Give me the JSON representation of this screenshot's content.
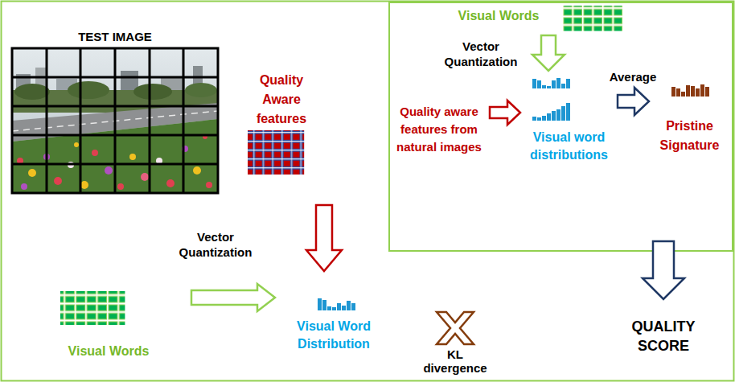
{
  "diagram": {
    "nodes": [
      {
        "text": [
          "TEST IMAGE"
        ]
      },
      {
        "text": [
          "Quality Aware features"
        ]
      },
      {
        "text": [
          "Visual Words"
        ]
      },
      {
        "text": [
          "Visual Word Distribution"
        ]
      },
      {
        "text": [
          "KL divergence"
        ]
      },
      {
        "text": [
          "QUALITY SCORE"
        ]
      },
      {
        "text": [
          "Visual Words"
        ]
      },
      {
        "text": [
          "Quality aware features from natural images"
        ]
      },
      {
        "text": [
          "Visual word distributions"
        ]
      },
      {
        "text": [
          "Pristine Signature"
        ]
      }
    ],
    "edges": [
      {
        "from": 1,
        "to": 3,
        "arrow": "to",
        "label": "Vector Quantization"
      },
      {
        "from": 2,
        "to": 3,
        "arrow": "to"
      },
      {
        "from": 6,
        "to": 8,
        "arrow": "to",
        "label": "Vector Quantization"
      },
      {
        "from": 7,
        "to": 8,
        "arrow": "to"
      },
      {
        "from": 8,
        "to": 9,
        "arrow": "to",
        "label": "Average"
      },
      {
        "from": 9,
        "to": 5,
        "arrow": "to"
      }
    ]
  }
}
